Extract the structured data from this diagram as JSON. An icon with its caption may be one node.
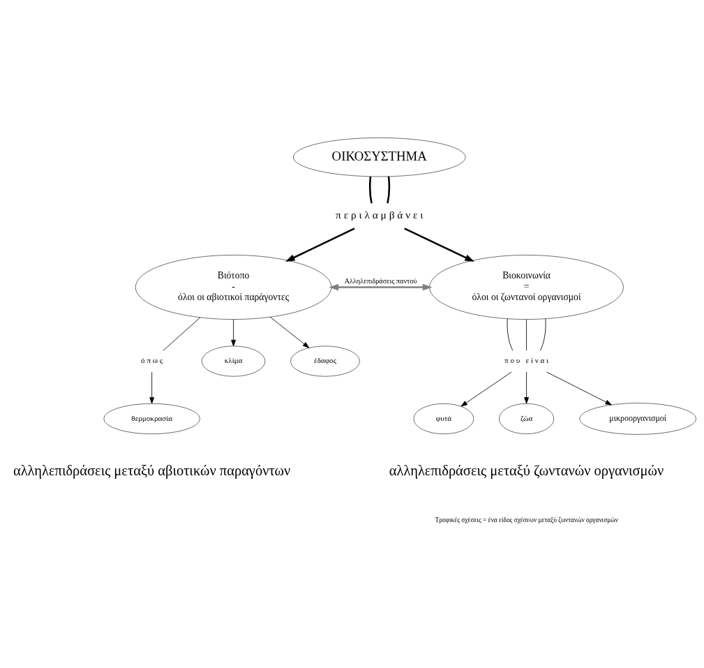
{
  "diagram": {
    "nodes": [
      {
        "text": [
          "ΟΙΚΟΣΥΣΤΗΜΑ"
        ]
      },
      {
        "text": [
          "π ε ρ ι λ α μ β ά ν ε ι"
        ]
      },
      {
        "text": [
          "Βιότοπο",
          "-",
          "όλοι οι αβιοτικοί παράγοντες"
        ]
      },
      {
        "text": [
          "Βιοκοινωνία",
          "=",
          "όλοι οι ζωντανοί οργανισμοί"
        ]
      },
      {
        "text": [
          "ό π ω ς"
        ]
      },
      {
        "text": [
          "κλίμα"
        ]
      },
      {
        "text": [
          "έδαφος"
        ]
      },
      {
        "text": [
          "θερμοκρασία"
        ]
      },
      {
        "text": [
          "π ο υ   ε ί ν α ι"
        ]
      },
      {
        "text": [
          "φυτά"
        ]
      },
      {
        "text": [
          "ζώα"
        ]
      },
      {
        "text": [
          "μικροοργανισμοί"
        ]
      }
    ],
    "edges": [
      {
        "from": 0,
        "to": 1,
        "arrow": "none",
        "style": "thick"
      },
      {
        "from": 0,
        "to": 1,
        "arrow": "none",
        "style": "thick"
      },
      {
        "from": 1,
        "to": 2,
        "arrow": "to",
        "style": "thick"
      },
      {
        "from": 1,
        "to": 3,
        "arrow": "to",
        "style": "thick"
      },
      {
        "from": 2,
        "to": 3,
        "arrow": "both",
        "label": "Αλληλεπιδράσεις παντού",
        "style": "thick",
        "color": "#808080"
      },
      {
        "from": 2,
        "to": 5,
        "arrow": "to"
      },
      {
        "from": 2,
        "to": 4,
        "arrow": "none"
      },
      {
        "from": 2,
        "to": 6,
        "arrow": "to"
      },
      {
        "from": 4,
        "to": 7,
        "arrow": "to"
      },
      {
        "from": 3,
        "to": 8,
        "arrow": "none"
      },
      {
        "from": 3,
        "to": 8,
        "arrow": "none"
      },
      {
        "from": 3,
        "to": 8,
        "arrow": "none"
      },
      {
        "from": 8,
        "to": 9,
        "arrow": "to"
      },
      {
        "from": 8,
        "to": 10,
        "arrow": "to"
      },
      {
        "from": 8,
        "to": 11,
        "arrow": "to"
      }
    ],
    "labels": [
      "αλληλεπιδράσεις μεταξύ αβιοτικών παραγόντων",
      "αλληλεπιδράσεις μεταξύ ζωντανών οργανισμών",
      "Τροφικές σχέσεις = ένα είδος σχέσεων μεταξύ ζωντανών οργανισμών"
    ]
  }
}
